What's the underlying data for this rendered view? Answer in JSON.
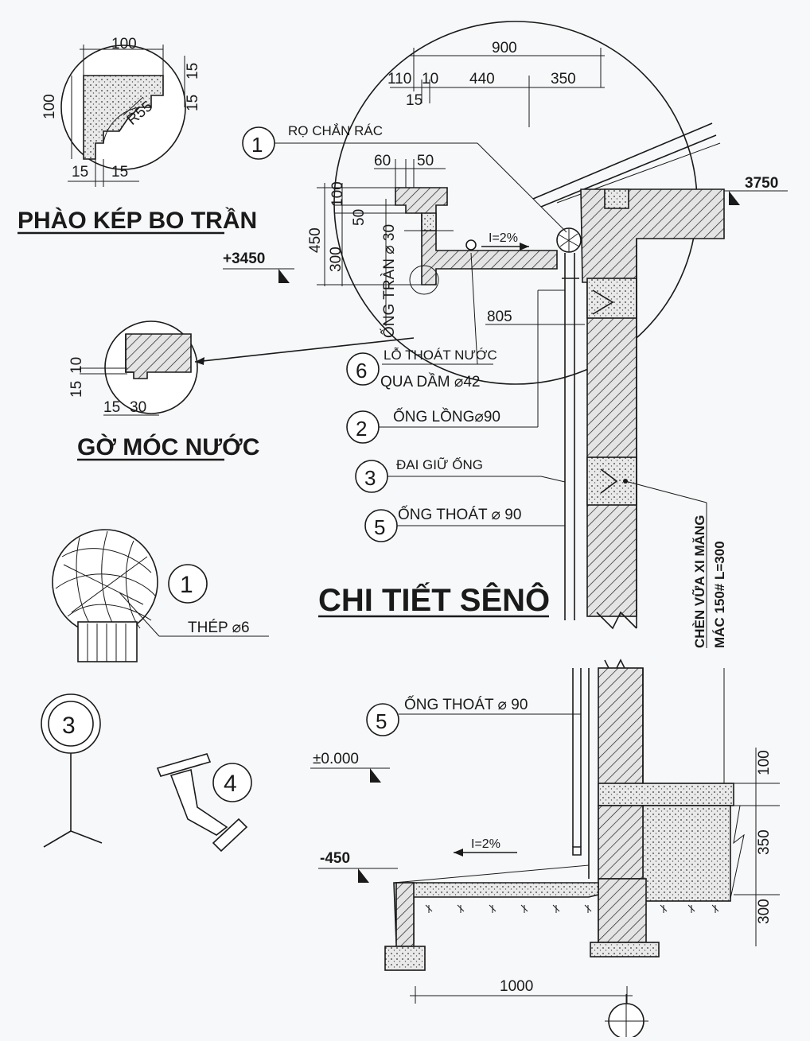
{
  "titles": {
    "seno": "CHI TIẾT SÊNÔ",
    "phao": "PHÀO KÉP BO TRẦN",
    "go": "GỜ MÓC NƯỚC"
  },
  "labels": {
    "ro_chan_rac": "RỌ CHẮN RÁC",
    "lo_thoat_nuoc": "LỖ THOÁT NƯỚC",
    "qua_dam": "QUA DẦM ⌀42",
    "ong_long": "ỐNG LỒNG⌀90",
    "dai_giu_ong": "ĐAI GIỮ ỐNG",
    "ong_thoat": "ỐNG THOÁT  ⌀ 90",
    "ong_thoat_lower": "ỐNG THOÁT  ⌀ 90",
    "ong_tran": "ỐNG TRÀN ⌀ 30",
    "thep": "THÉP ⌀6",
    "chen_vua": "CHÈN VỮA XI MĂNG",
    "mac": "MÁC 150# L=300",
    "slope_top": "I=2%",
    "slope_bottom": "I=2%"
  },
  "callouts": {
    "c1": "1",
    "c6": "6",
    "c2": "2",
    "c3": "3",
    "c5": "5",
    "c5b": "5",
    "d1": "1",
    "d3": "3",
    "d4": "4"
  },
  "levels": {
    "l3750": "3750",
    "l3450": "+3450",
    "l0": "±0.000",
    "lm450": "-450"
  },
  "dims": {
    "d900": "900",
    "d110": "110",
    "d10": "10",
    "d440": "440",
    "d350": "350",
    "d15a": "15",
    "d60": "60",
    "d50": "50",
    "d100v": "100",
    "d50v": "50",
    "d450v": "450",
    "d300v": "300",
    "d805": "805",
    "d1000": "1000",
    "d100r": "100",
    "d350r": "350",
    "d300r": "300",
    "p100": "100",
    "p100v": "100",
    "p15a": "15",
    "p15b": "15",
    "pR55": "R55",
    "p15c": "15",
    "p15d": "15",
    "g10": "10",
    "g15": "15",
    "g15b": "15",
    "g30": "30"
  }
}
